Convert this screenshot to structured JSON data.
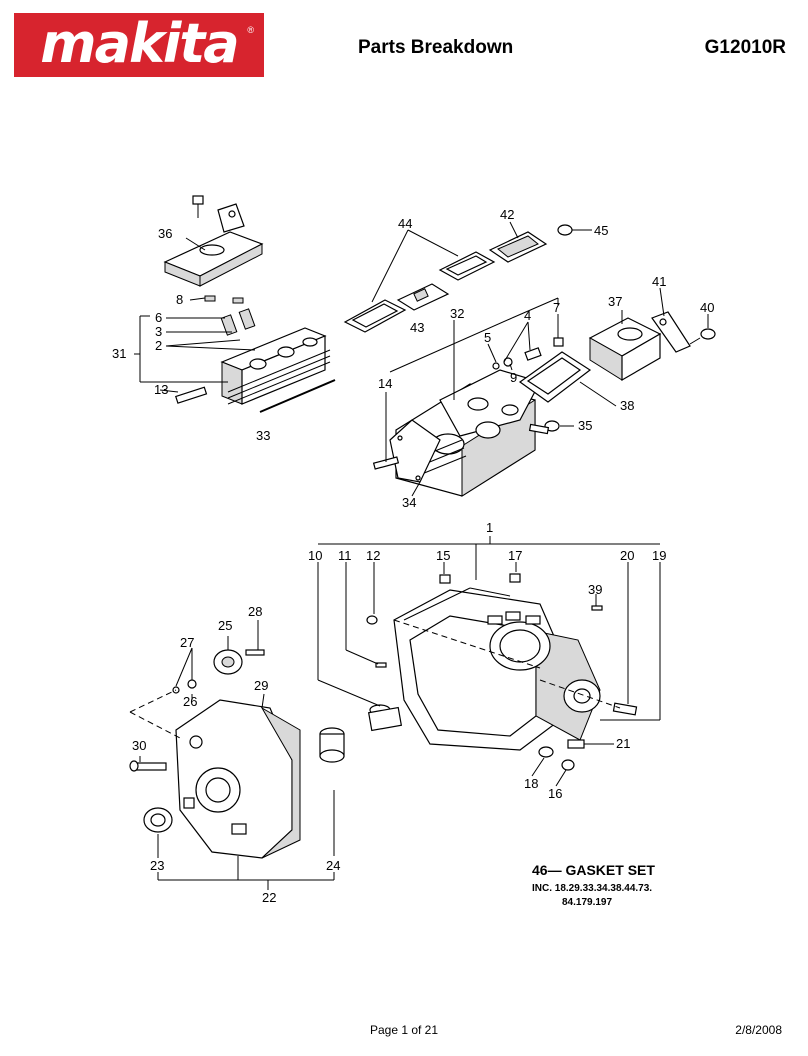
{
  "header": {
    "brand": "makita",
    "registered_mark": "®",
    "title": "Parts Breakdown",
    "model": "G12010R"
  },
  "callouts": {
    "c1": "1",
    "c2": "2",
    "c3": "3",
    "c4": "4",
    "c5": "5",
    "c6": "6",
    "c7": "7",
    "c8": "8",
    "c9": "9",
    "c10": "10",
    "c11": "11",
    "c12": "12",
    "c13": "13",
    "c14": "14",
    "c15": "15",
    "c16": "16",
    "c17": "17",
    "c18": "18",
    "c19": "19",
    "c20": "20",
    "c21": "21",
    "c22": "22",
    "c23": "23",
    "c24": "24",
    "c25": "25",
    "c26": "26",
    "c27": "27",
    "c28": "28",
    "c29": "29",
    "c30": "30",
    "c31": "31",
    "c32": "32",
    "c33": "33",
    "c34": "34",
    "c35": "35",
    "c36": "36",
    "c37": "37",
    "c38": "38",
    "c39": "39",
    "c40": "40",
    "c41": "41",
    "c42": "42",
    "c43": "43",
    "c44": "44",
    "c45": "45"
  },
  "gasket_set": {
    "label": "46— GASKET SET",
    "line1": "INC. 18.29.33.34.38.44.73.",
    "line2": "84.179.197"
  },
  "footer": {
    "page": "Page 1 of 21",
    "date": "2/8/2008"
  }
}
